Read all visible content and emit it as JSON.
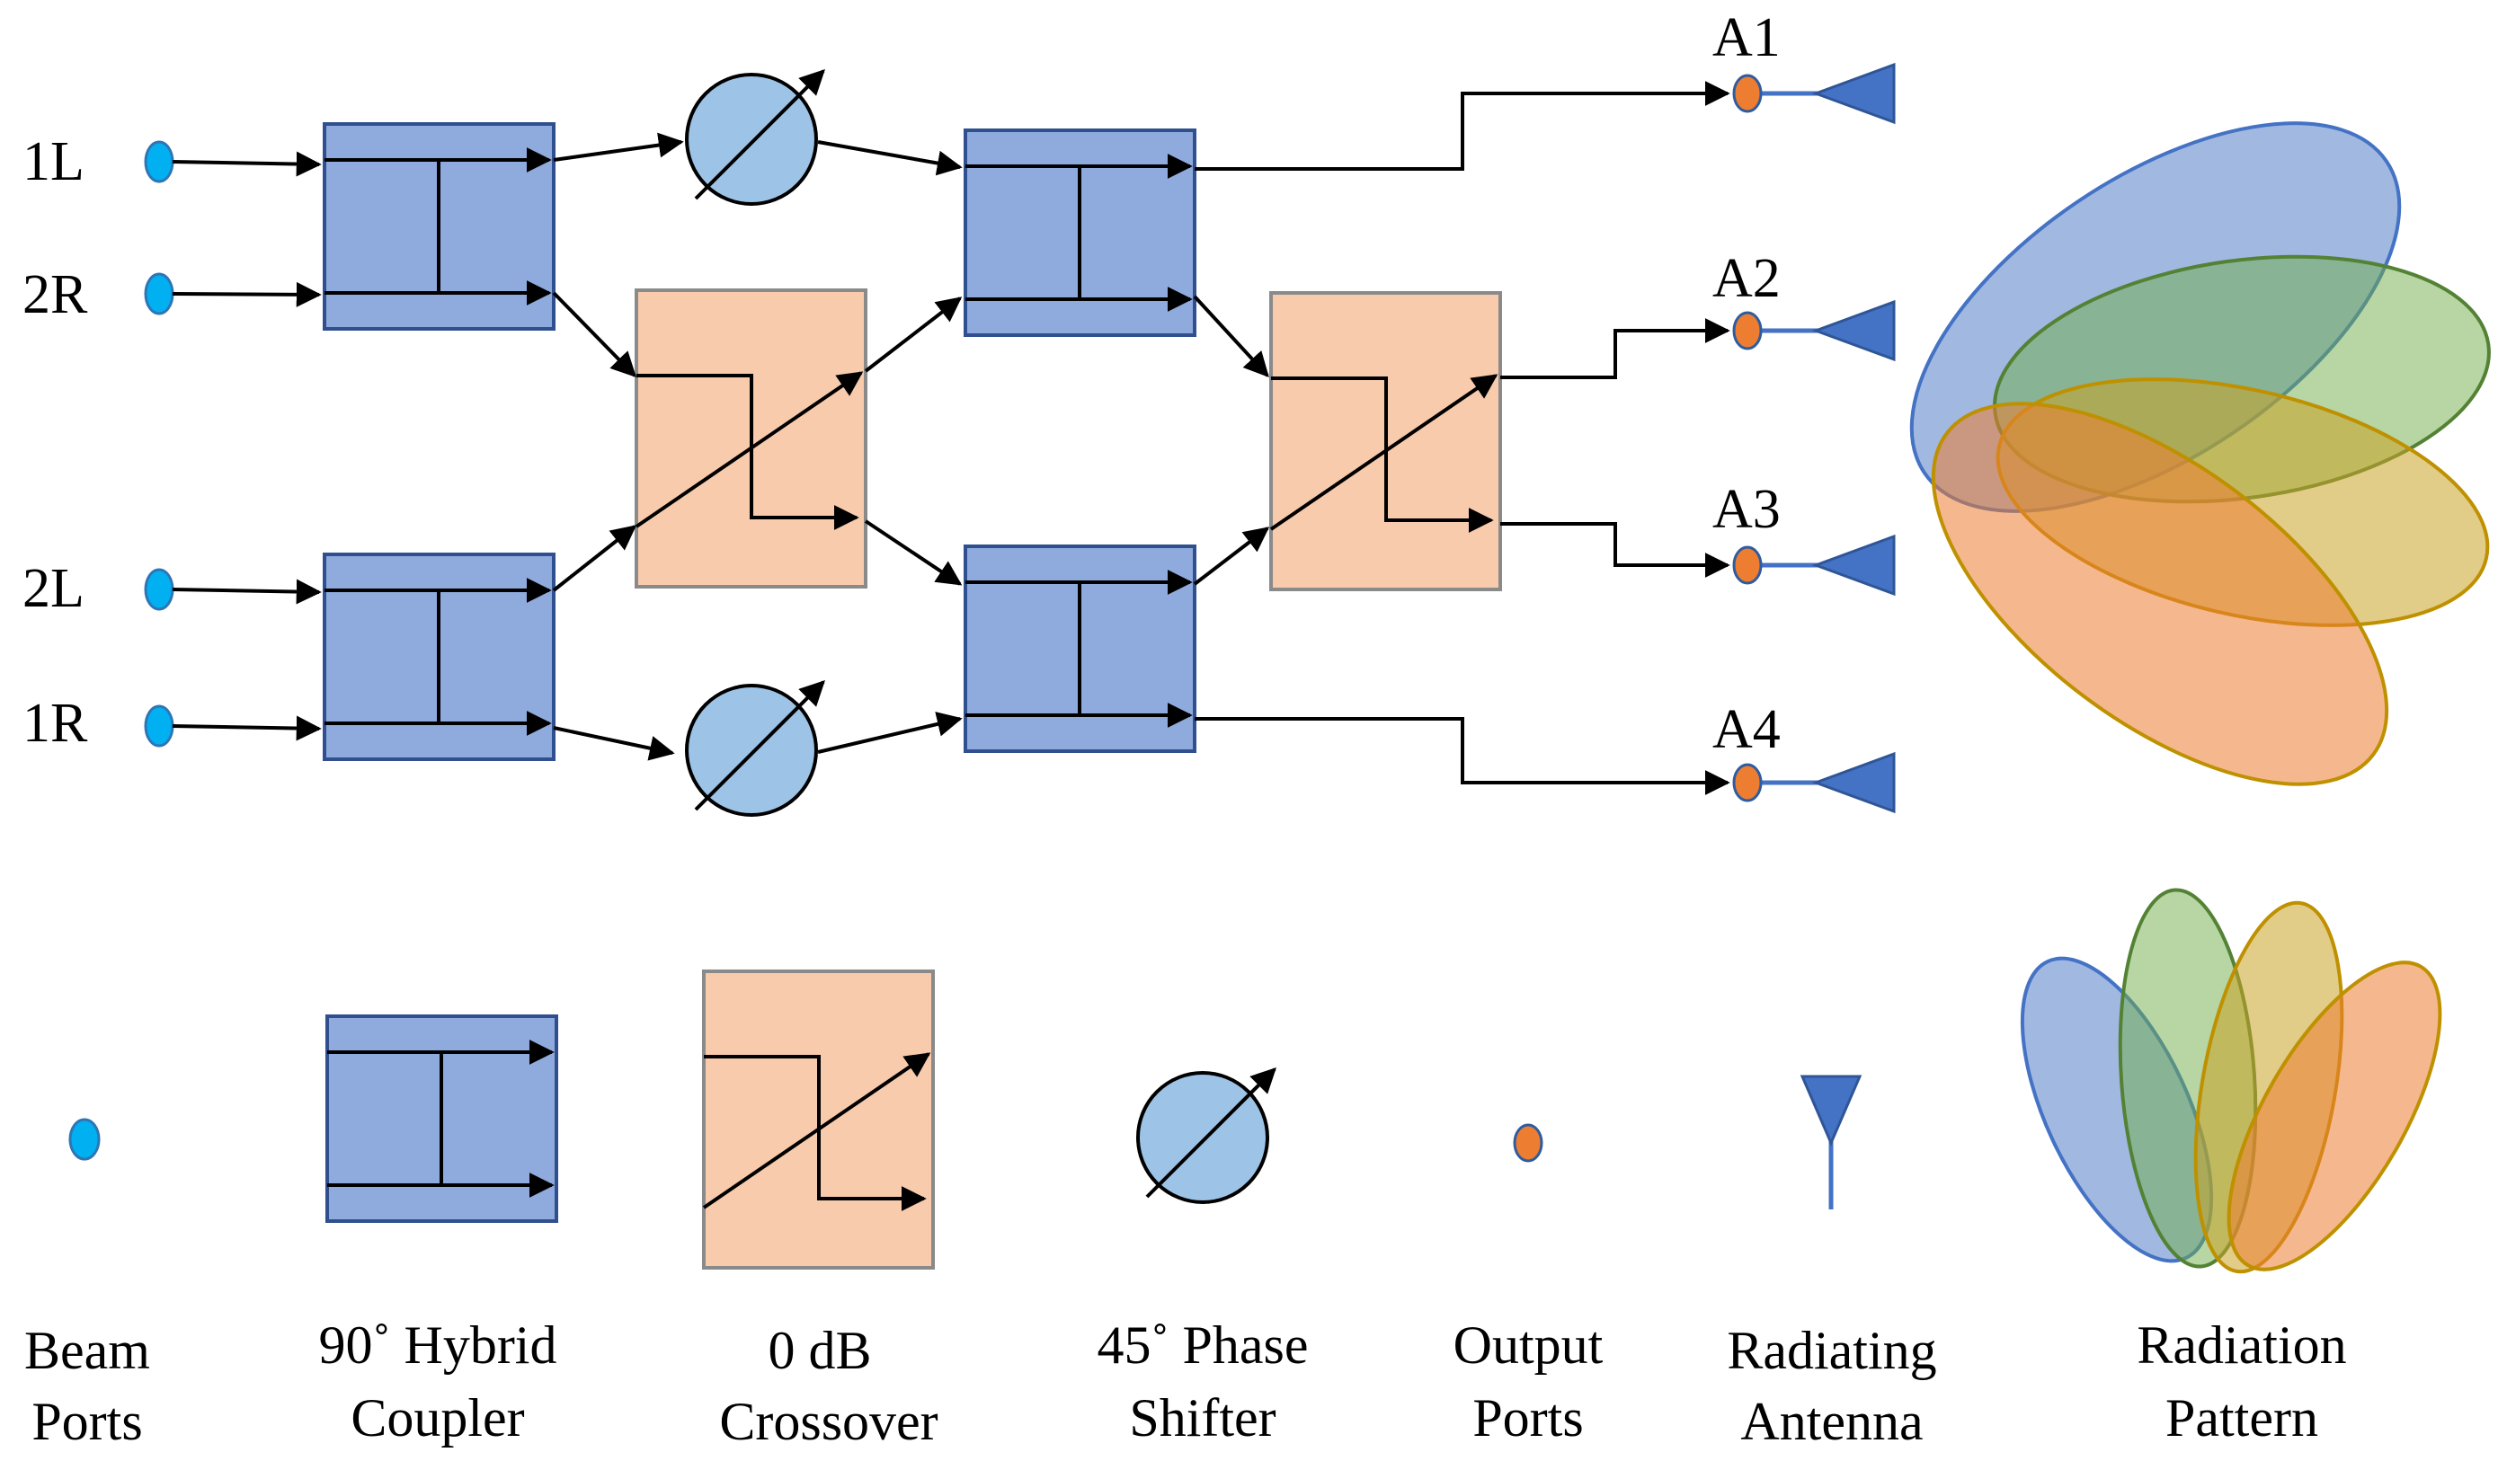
{
  "beam_ports": [
    "1L",
    "2R",
    "2L",
    "1R"
  ],
  "output_ports": [
    "A1",
    "A2",
    "A3",
    "A4"
  ],
  "legend": {
    "beam_ports": [
      "Beam",
      "Ports"
    ],
    "hybrid_coupler": [
      "90˚ Hybrid",
      "Coupler"
    ],
    "crossover": [
      "0 dB",
      "Crossover"
    ],
    "phase_shifter": [
      "45˚ Phase",
      "Shifter"
    ],
    "output_ports": [
      "Output",
      "Ports"
    ],
    "radiating_antenna": [
      "Radiating",
      "Antenna"
    ],
    "radiation_pattern": [
      "Radiation",
      "Pattern"
    ]
  },
  "colors": {
    "coupler_fill": "#8FAADC",
    "crossover_fill": "#F8CBAD",
    "phase_shifter_fill": "#9DC3E6",
    "beam_port": "#00B0F0",
    "output_port": "#ED7D31",
    "antenna": "#4472C4",
    "beam_1": "#4472C4",
    "beam_2": "#70AD47",
    "beam_3": "#C9A227",
    "beam_4": "#ED7D31"
  }
}
